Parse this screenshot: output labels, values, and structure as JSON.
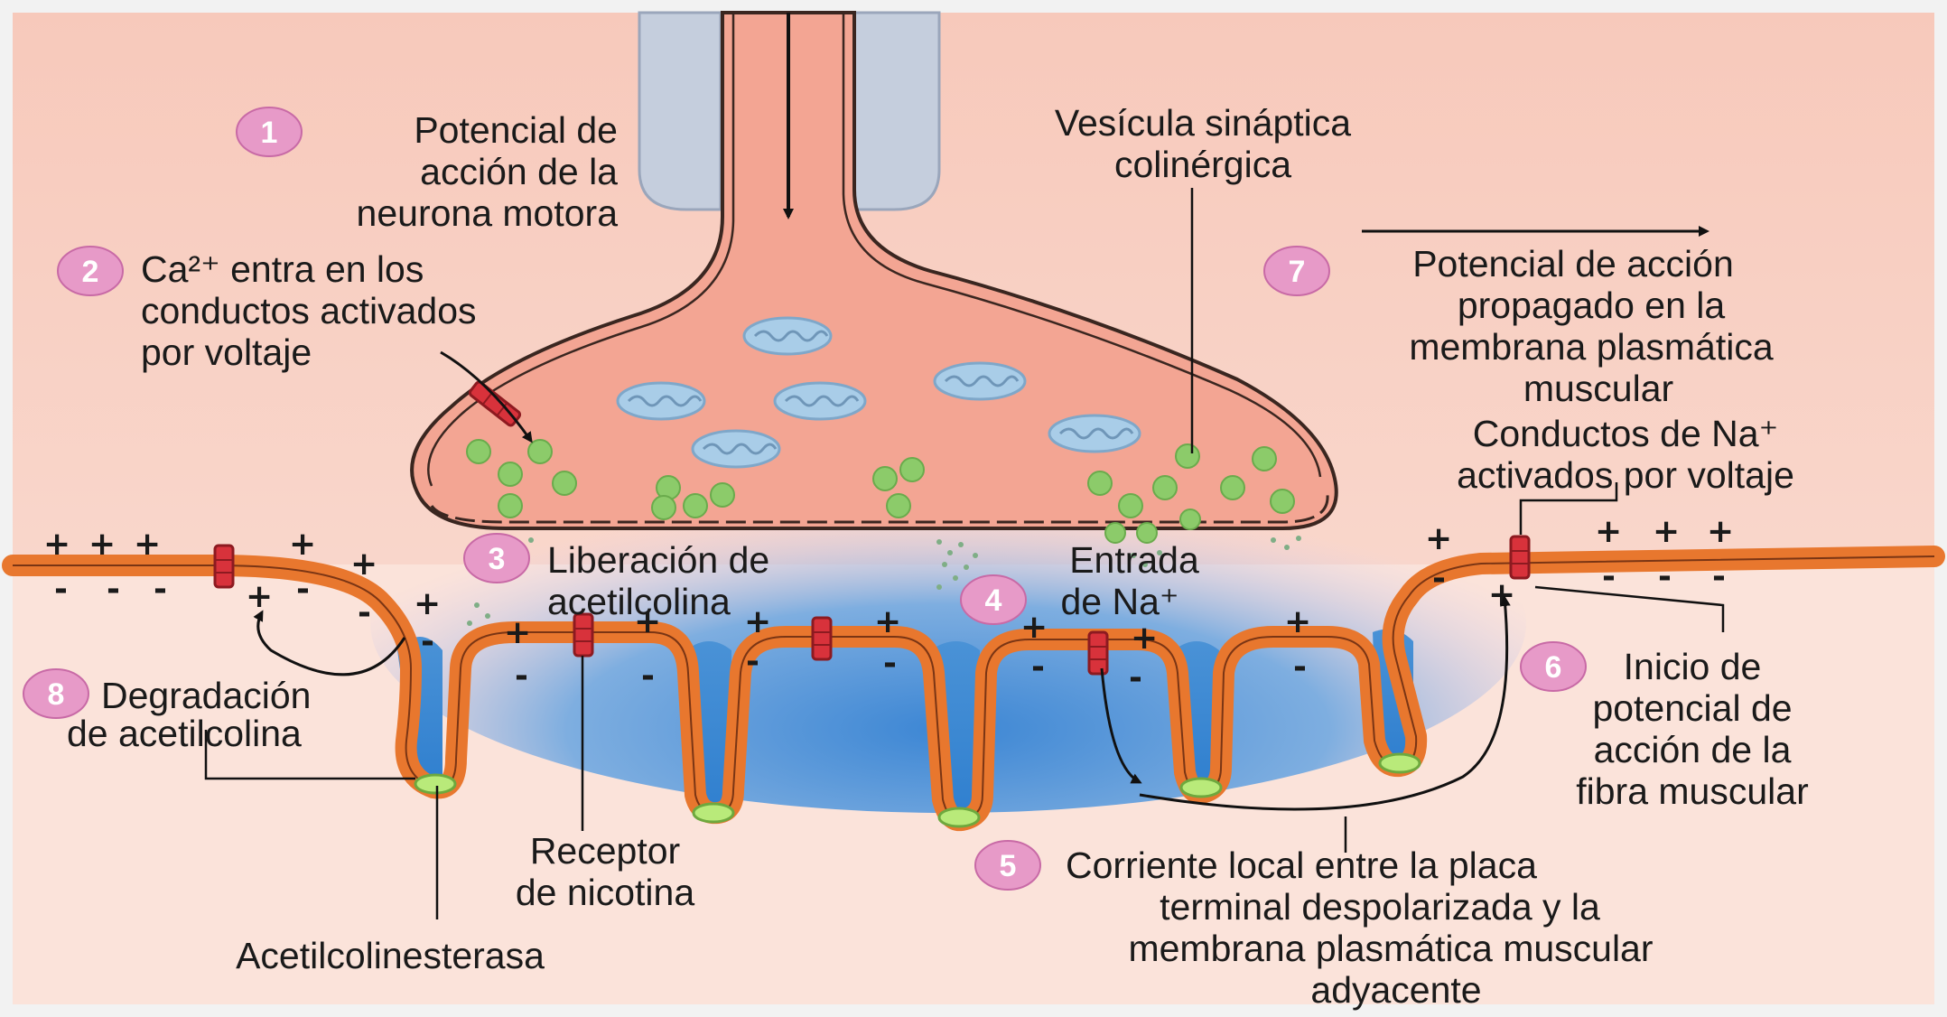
{
  "labels": {
    "step1": [
      "Potencial de",
      "acción de la",
      "neurona motora"
    ],
    "step2": [
      "Ca²⁺ entra en los",
      "conductos activados",
      "por voltaje"
    ],
    "step3": [
      "Liberación de",
      "acetilcolina"
    ],
    "step4": [
      "Entrada",
      "de Na⁺"
    ],
    "step5": [
      "Corriente local entre la placa",
      "terminal despolarizada y la",
      "membrana plasmática muscular",
      "adyacente"
    ],
    "step6": [
      "Inicio de",
      "potencial de",
      "acción de la",
      "fibra muscular"
    ],
    "step7": [
      "Potencial de acción",
      "propagado en la",
      "membrana plasmática",
      "muscular"
    ],
    "step8": [
      "Degradación",
      "de acetilcolina"
    ],
    "vesicle": [
      "Vesícula sináptica",
      "colinérgica"
    ],
    "na_channels": [
      "Conductos de Na⁺",
      "activados por voltaje"
    ],
    "receptor": [
      "Receptor",
      "de nicotina"
    ],
    "enzyme": "Acetilcolinesterasa"
  },
  "numbers": [
    "1",
    "2",
    "3",
    "4",
    "5",
    "6",
    "7",
    "8"
  ],
  "colors": {
    "background": "#f9d6cc",
    "background_top": "#f7c9bb",
    "cleft": "#4a92d6",
    "membrane": "#e8772e",
    "terminal": "#f3a593",
    "vesicle": "#8ccb6a",
    "mitochondria": "#a9cde8",
    "channel": "#d8323b",
    "badge": "#e79ac8",
    "nerve_sheath": "#c5cedd"
  },
  "icons": [
    "arrow-icon",
    "ion-channel-icon",
    "vesicle-icon",
    "mitochondrion-icon"
  ]
}
